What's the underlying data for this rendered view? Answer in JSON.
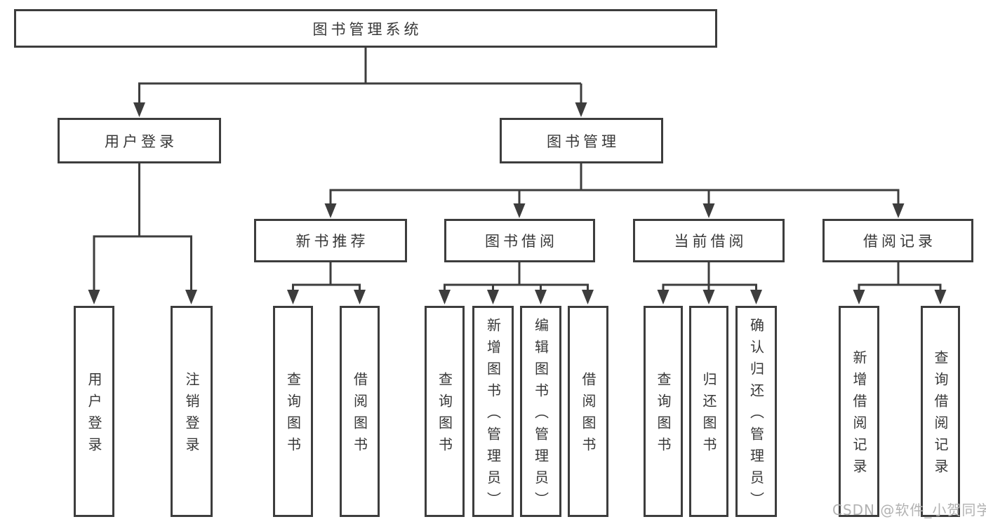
{
  "diagram": {
    "root": {
      "label": "图书管理系统"
    },
    "branches": [
      {
        "label": "用户登录",
        "children": [
          {
            "label": "用户登录"
          },
          {
            "label": "注销登录"
          }
        ]
      },
      {
        "label": "图书管理",
        "children": [
          {
            "label": "新书推荐",
            "children": [
              {
                "label": "查询图书"
              },
              {
                "label": "借阅图书"
              }
            ]
          },
          {
            "label": "图书借阅",
            "children": [
              {
                "label": "查询图书"
              },
              {
                "label": "新增图书（管理员）"
              },
              {
                "label": "编辑图书（管理员）"
              },
              {
                "label": "借阅图书"
              }
            ]
          },
          {
            "label": "当前借阅",
            "children": [
              {
                "label": "查询图书"
              },
              {
                "label": "归还图书"
              },
              {
                "label": "确认归还（管理员）"
              }
            ]
          },
          {
            "label": "借阅记录",
            "children": [
              {
                "label": "新增借阅记录"
              },
              {
                "label": "查询借阅记录"
              }
            ]
          }
        ]
      }
    ]
  },
  "watermark": {
    "text": "CSDN @软件_小贺同学"
  },
  "colors": {
    "line": "#3d3d3d",
    "box_border": "#3d3d3d",
    "text": "#383838",
    "watermark": "#b2b2b2",
    "background": "#ffffff"
  }
}
